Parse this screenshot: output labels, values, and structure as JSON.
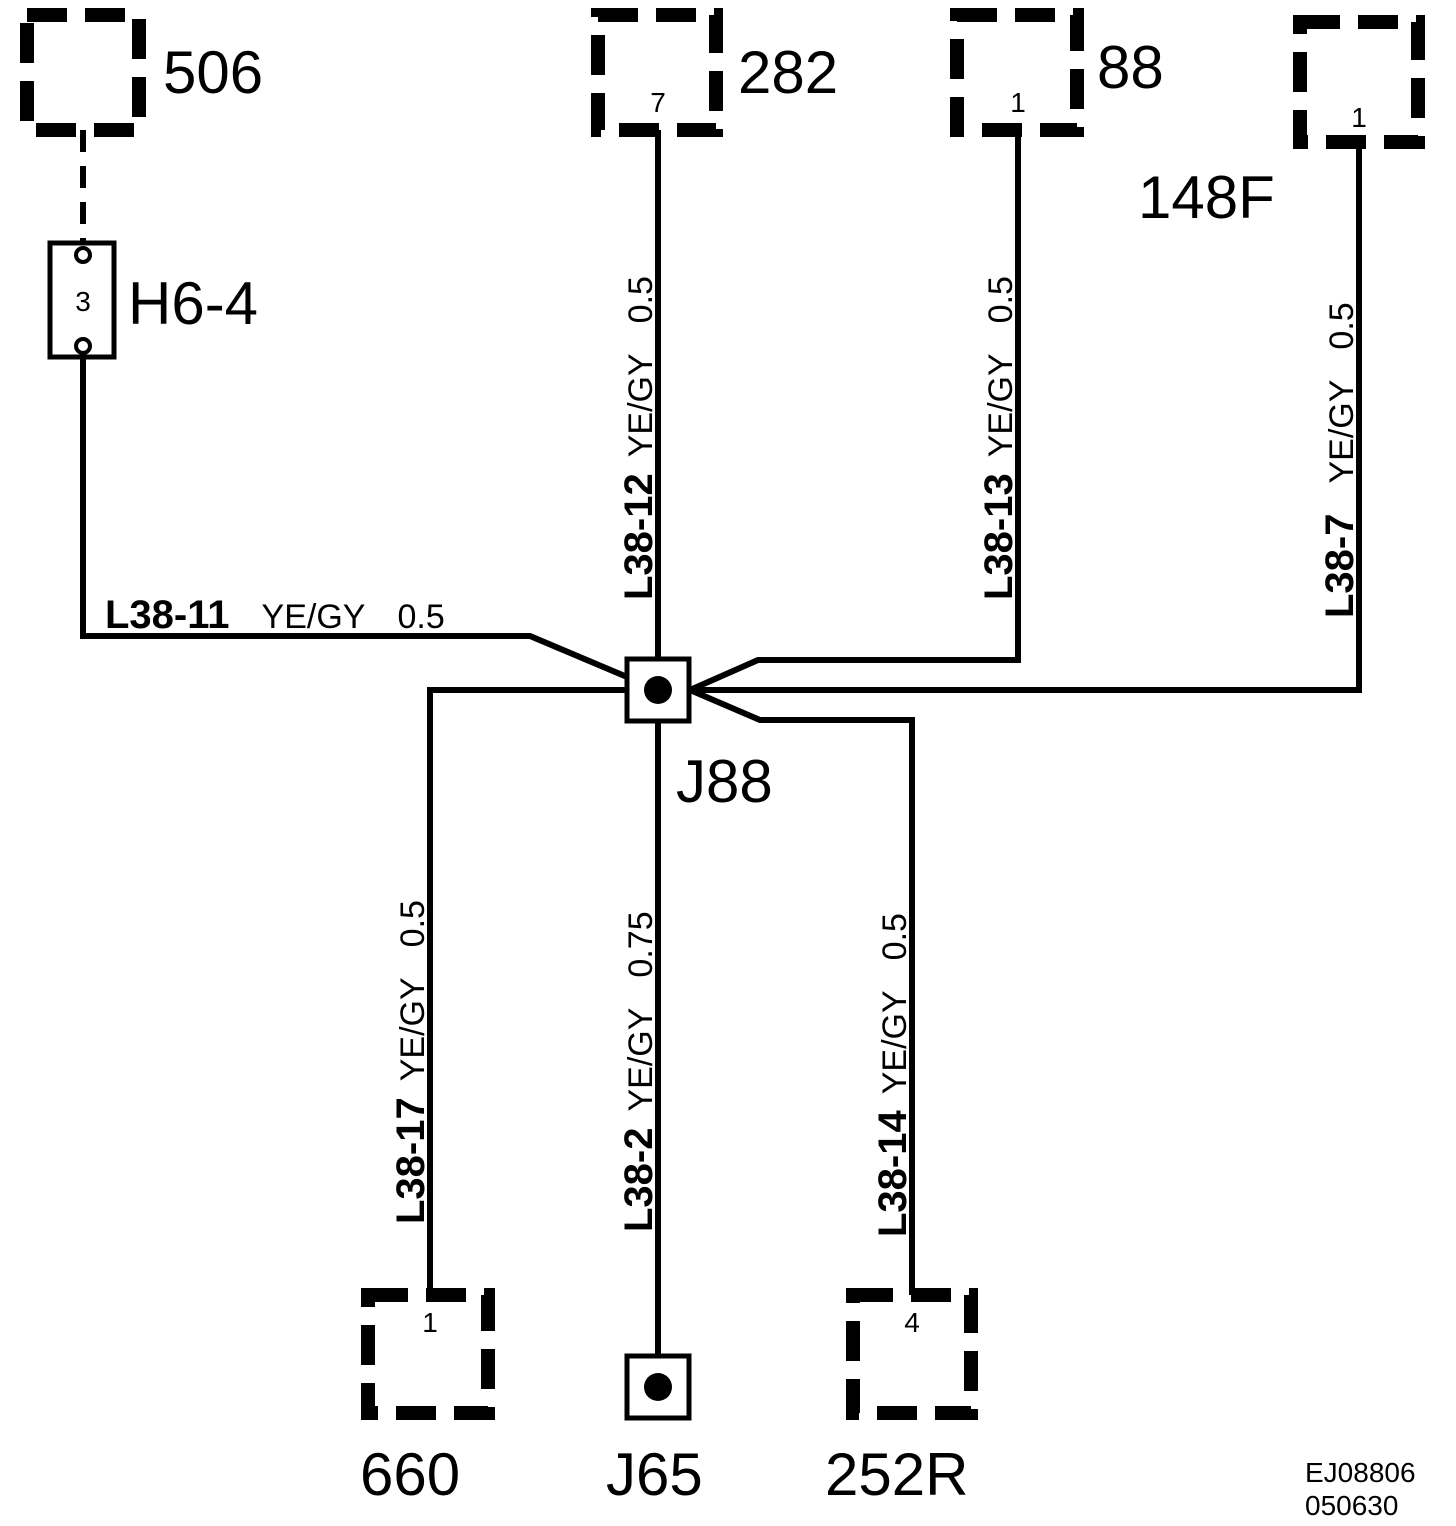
{
  "components": {
    "c506": {
      "label": "506"
    },
    "c282": {
      "label": "282",
      "pin": "7"
    },
    "c88": {
      "label": "88",
      "pin": "1"
    },
    "c148F": {
      "label": "148F",
      "pin": "1"
    },
    "h6_4": {
      "label": "H6-4",
      "pin": "3"
    },
    "j88": {
      "label": "J88"
    },
    "c660": {
      "label": "660",
      "pin": "1"
    },
    "j65": {
      "label": "J65"
    },
    "c252R": {
      "label": "252R",
      "pin": "4"
    }
  },
  "wires": [
    {
      "id": "L38-11",
      "color": "YE/GY",
      "size": "0.5"
    },
    {
      "id": "L38-12",
      "color": "YE/GY",
      "size": "0.5"
    },
    {
      "id": "L38-13",
      "color": "YE/GY",
      "size": "0.5"
    },
    {
      "id": "L38-7",
      "color": "YE/GY",
      "size": "0.5"
    },
    {
      "id": "L38-17",
      "color": "YE/GY",
      "size": "0.5"
    },
    {
      "id": "L38-2",
      "color": "YE/GY",
      "size": "0.75"
    },
    {
      "id": "L38-14",
      "color": "YE/GY",
      "size": "0.5"
    }
  ],
  "reference": {
    "code": "EJ08806",
    "date": "050630"
  }
}
